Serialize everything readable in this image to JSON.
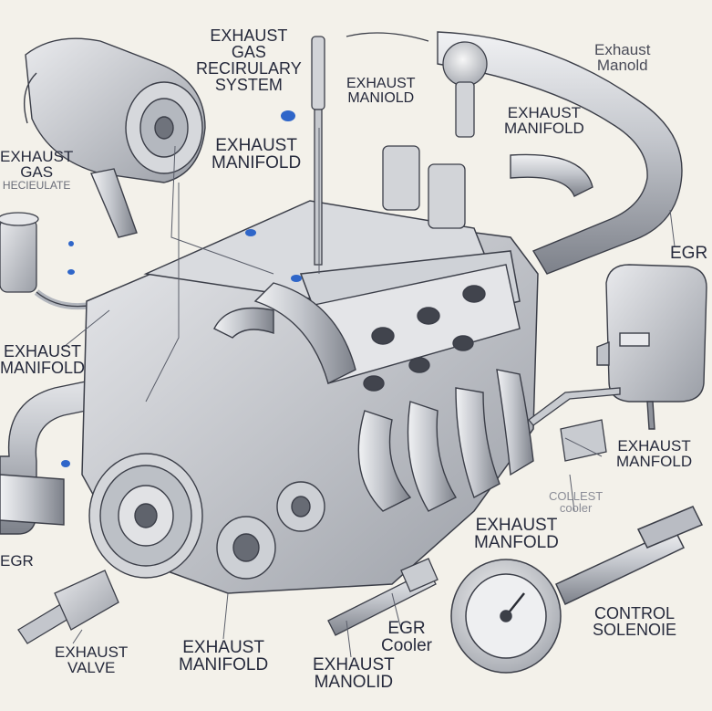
{
  "labels": {
    "egr_system": [
      "EXHAUST",
      "GAS",
      "RECIRULARY",
      "SYSTEM"
    ],
    "em_1": [
      "EXHAUST",
      "MANIOLD"
    ],
    "em_2": [
      "Exhaust",
      "Manold"
    ],
    "em_3": [
      "EXHAUST",
      "MANIFOLD"
    ],
    "em_4": [
      "EXHAUST",
      "MANIFOLD"
    ],
    "eg_left": [
      "EXHAUST",
      "GAS",
      "HECIEULATE"
    ],
    "egr_right": "EGR",
    "em_left": [
      "EXHAUST",
      "MANIFOLD"
    ],
    "em_5": [
      "EXHAUST",
      "MANFOLD"
    ],
    "coolant": [
      "COLLEST",
      "cooler"
    ],
    "em_6": [
      "EXHAUST",
      "MANFOLD"
    ],
    "egr_left": "EGR",
    "control": [
      "CONTROL",
      "SOLENOIE"
    ],
    "egr_cooler": [
      "EGR",
      "Cooler"
    ],
    "valve": [
      "EXHAUST",
      "VALVE"
    ],
    "em_7": [
      "EXHAUST",
      "MANIFOLD"
    ],
    "em_8": [
      "EXHAUST",
      "MANOLID"
    ]
  },
  "colors": {
    "background": "#f3f1ea",
    "ink": "#262a3c",
    "metal_light": "#e2e3e6",
    "metal_mid": "#b8bcc4",
    "metal_dark": "#6b6f78",
    "accent_blue": "#2f66c9"
  }
}
